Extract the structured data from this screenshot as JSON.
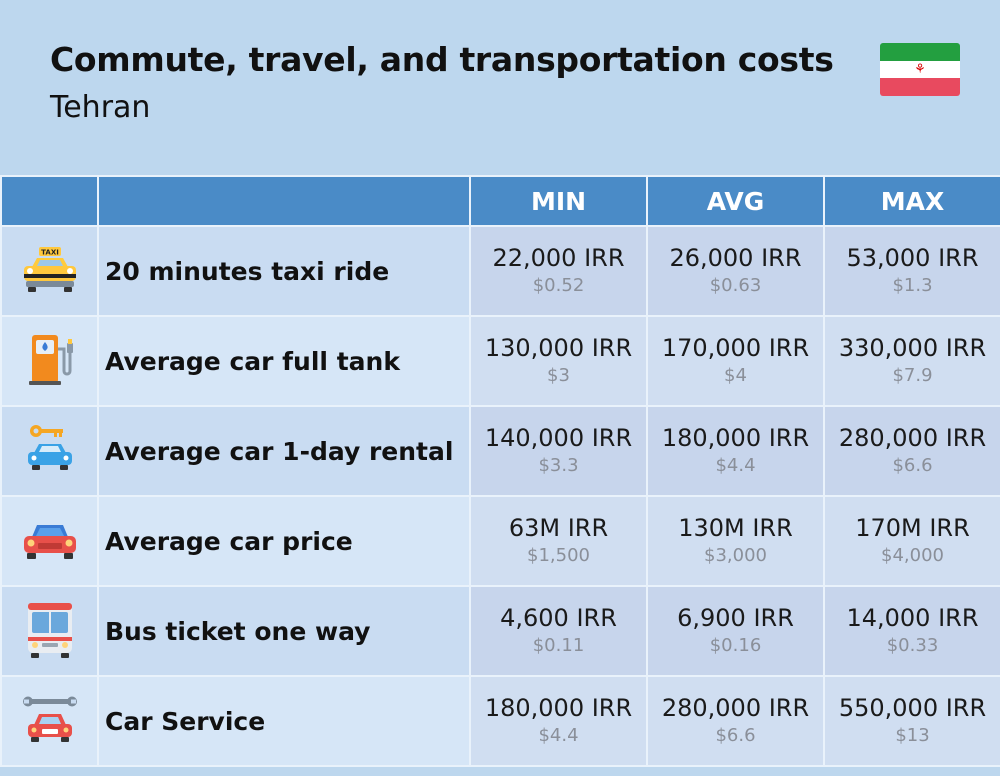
{
  "header": {
    "title": "Commute, travel, and transportation costs",
    "subtitle": "Tehran"
  },
  "flag": {
    "country": "Iran",
    "colors": {
      "top": "#239f40",
      "middle": "#ffffff",
      "bottom": "#da0000"
    },
    "icon": "iran-flag-icon"
  },
  "columns": {
    "min": "MIN",
    "avg": "AVG",
    "max": "MAX"
  },
  "rows": [
    {
      "icon": "taxi-icon",
      "label": "20 minutes taxi ride",
      "min": "22,000 IRR",
      "min_usd": "$0.52",
      "avg": "26,000 IRR",
      "avg_usd": "$0.63",
      "max": "53,000 IRR",
      "max_usd": "$1.3"
    },
    {
      "icon": "fuel-pump-icon",
      "label": "Average car full tank",
      "min": "130,000 IRR",
      "min_usd": "$3",
      "avg": "170,000 IRR",
      "avg_usd": "$4",
      "max": "330,000 IRR",
      "max_usd": "$7.9"
    },
    {
      "icon": "car-rental-icon",
      "label": "Average car 1-day rental",
      "min": "140,000 IRR",
      "min_usd": "$3.3",
      "avg": "180,000 IRR",
      "avg_usd": "$4.4",
      "max": "280,000 IRR",
      "max_usd": "$6.6"
    },
    {
      "icon": "car-icon",
      "label": "Average car price",
      "min": "63M IRR",
      "min_usd": "$1,500",
      "avg": "130M IRR",
      "avg_usd": "$3,000",
      "max": "170M IRR",
      "max_usd": "$4,000"
    },
    {
      "icon": "bus-icon",
      "label": "Bus ticket one way",
      "min": "4,600 IRR",
      "min_usd": "$0.11",
      "avg": "6,900 IRR",
      "avg_usd": "$0.16",
      "max": "14,000 IRR",
      "max_usd": "$0.33"
    },
    {
      "icon": "car-service-icon",
      "label": "Car Service",
      "min": "180,000 IRR",
      "min_usd": "$4.4",
      "avg": "280,000 IRR",
      "avg_usd": "$6.6",
      "max": "550,000 IRR",
      "max_usd": "$13"
    }
  ],
  "colors": {
    "background": "#bdd7ee",
    "header_row": "#4a8bc7",
    "row": "#c9dcf2",
    "muted_text": "#8a8f99"
  }
}
